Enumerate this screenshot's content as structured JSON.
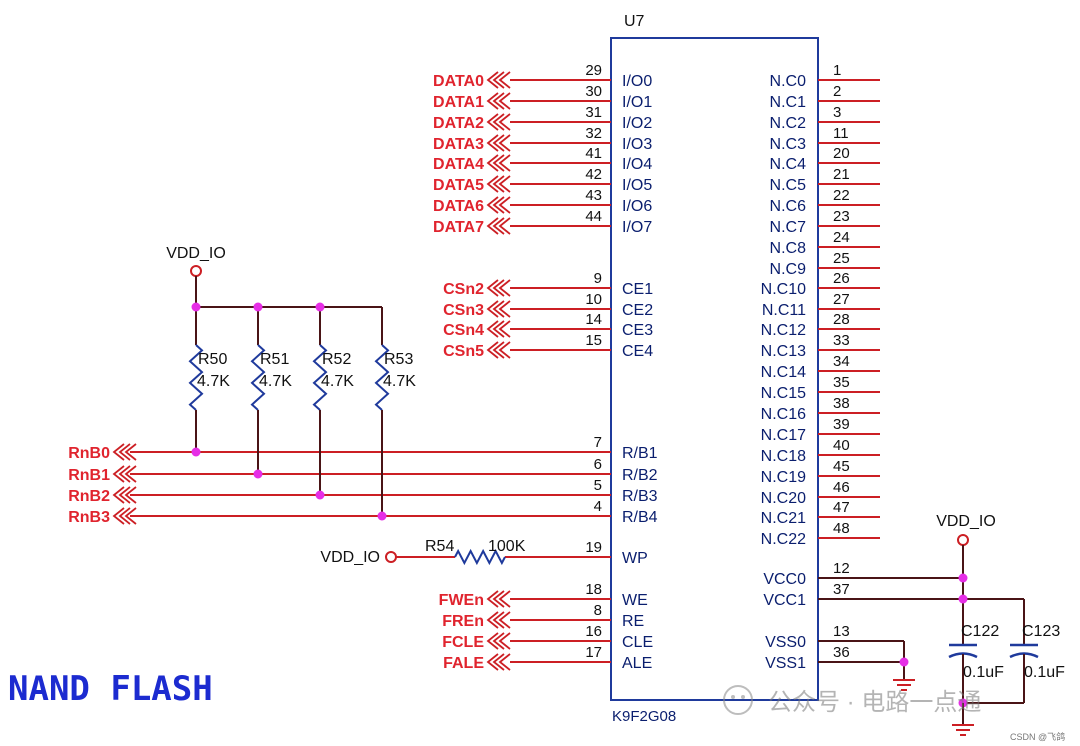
{
  "title": "NAND FLASH",
  "chip": {
    "ref": "U7",
    "part": "K9F2G08",
    "left_pins": [
      {
        "num": "29",
        "name": "I/O0",
        "net": "DATA0"
      },
      {
        "num": "30",
        "name": "I/O1",
        "net": "DATA1"
      },
      {
        "num": "31",
        "name": "I/O2",
        "net": "DATA2"
      },
      {
        "num": "32",
        "name": "I/O3",
        "net": "DATA3"
      },
      {
        "num": "41",
        "name": "I/O4",
        "net": "DATA4"
      },
      {
        "num": "42",
        "name": "I/O5",
        "net": "DATA5"
      },
      {
        "num": "43",
        "name": "I/O6",
        "net": "DATA6"
      },
      {
        "num": "44",
        "name": "I/O7",
        "net": "DATA7"
      },
      {
        "num": "9",
        "name": "CE1",
        "net": "CSn2"
      },
      {
        "num": "10",
        "name": "CE2",
        "net": "CSn3"
      },
      {
        "num": "14",
        "name": "CE3",
        "net": "CSn4"
      },
      {
        "num": "15",
        "name": "CE4",
        "net": "CSn5"
      },
      {
        "num": "7",
        "name": "R/B1",
        "net": "RnB0"
      },
      {
        "num": "6",
        "name": "R/B2",
        "net": "RnB1"
      },
      {
        "num": "5",
        "name": "R/B3",
        "net": "RnB2"
      },
      {
        "num": "4",
        "name": "R/B4",
        "net": "RnB3"
      },
      {
        "num": "19",
        "name": "WP",
        "net": ""
      },
      {
        "num": "18",
        "name": "WE",
        "net": "FWEn"
      },
      {
        "num": "8",
        "name": "RE",
        "net": "FREn"
      },
      {
        "num": "16",
        "name": "CLE",
        "net": "FCLE"
      },
      {
        "num": "17",
        "name": "ALE",
        "net": "FALE"
      }
    ],
    "right_pins": [
      {
        "num": "1",
        "name": "N.C0"
      },
      {
        "num": "2",
        "name": "N.C1"
      },
      {
        "num": "3",
        "name": "N.C2"
      },
      {
        "num": "11",
        "name": "N.C3"
      },
      {
        "num": "20",
        "name": "N.C4"
      },
      {
        "num": "21",
        "name": "N.C5"
      },
      {
        "num": "22",
        "name": "N.C6"
      },
      {
        "num": "23",
        "name": "N.C7"
      },
      {
        "num": "24",
        "name": "N.C8"
      },
      {
        "num": "25",
        "name": "N.C9"
      },
      {
        "num": "26",
        "name": "N.C10"
      },
      {
        "num": "27",
        "name": "N.C11"
      },
      {
        "num": "28",
        "name": "N.C12"
      },
      {
        "num": "33",
        "name": "N.C13"
      },
      {
        "num": "34",
        "name": "N.C14"
      },
      {
        "num": "35",
        "name": "N.C15"
      },
      {
        "num": "38",
        "name": "N.C16"
      },
      {
        "num": "39",
        "name": "N.C17"
      },
      {
        "num": "40",
        "name": "N.C18"
      },
      {
        "num": "45",
        "name": "N.C19"
      },
      {
        "num": "46",
        "name": "N.C20"
      },
      {
        "num": "47",
        "name": "N.C21"
      },
      {
        "num": "48",
        "name": "N.C22"
      },
      {
        "num": "12",
        "name": "VCC0"
      },
      {
        "num": "37",
        "name": "VCC1"
      },
      {
        "num": "13",
        "name": "VSS0"
      },
      {
        "num": "36",
        "name": "VSS1"
      }
    ]
  },
  "pullups": {
    "supply": "VDD_IO",
    "resistors": [
      {
        "ref": "R50",
        "value": "4.7K"
      },
      {
        "ref": "R51",
        "value": "4.7K"
      },
      {
        "ref": "R52",
        "value": "4.7K"
      },
      {
        "ref": "R53",
        "value": "4.7K"
      }
    ]
  },
  "wp_resistor": {
    "supply": "VDD_IO",
    "ref": "R54",
    "value": "100K"
  },
  "decoupling": {
    "supply": "VDD_IO",
    "caps": [
      {
        "ref": "C122",
        "value": "0.1uF"
      },
      {
        "ref": "C123",
        "value": "0.1uF"
      }
    ]
  },
  "watermark": {
    "text": "公众号 · 电路一点通",
    "credit": "CSDN @飞鸽"
  },
  "colors": {
    "net": "#e0242e",
    "wire": "#cc1f24",
    "chip": "#1f3a9c",
    "junction": "#e62ee6",
    "title": "#1c2bd0"
  }
}
